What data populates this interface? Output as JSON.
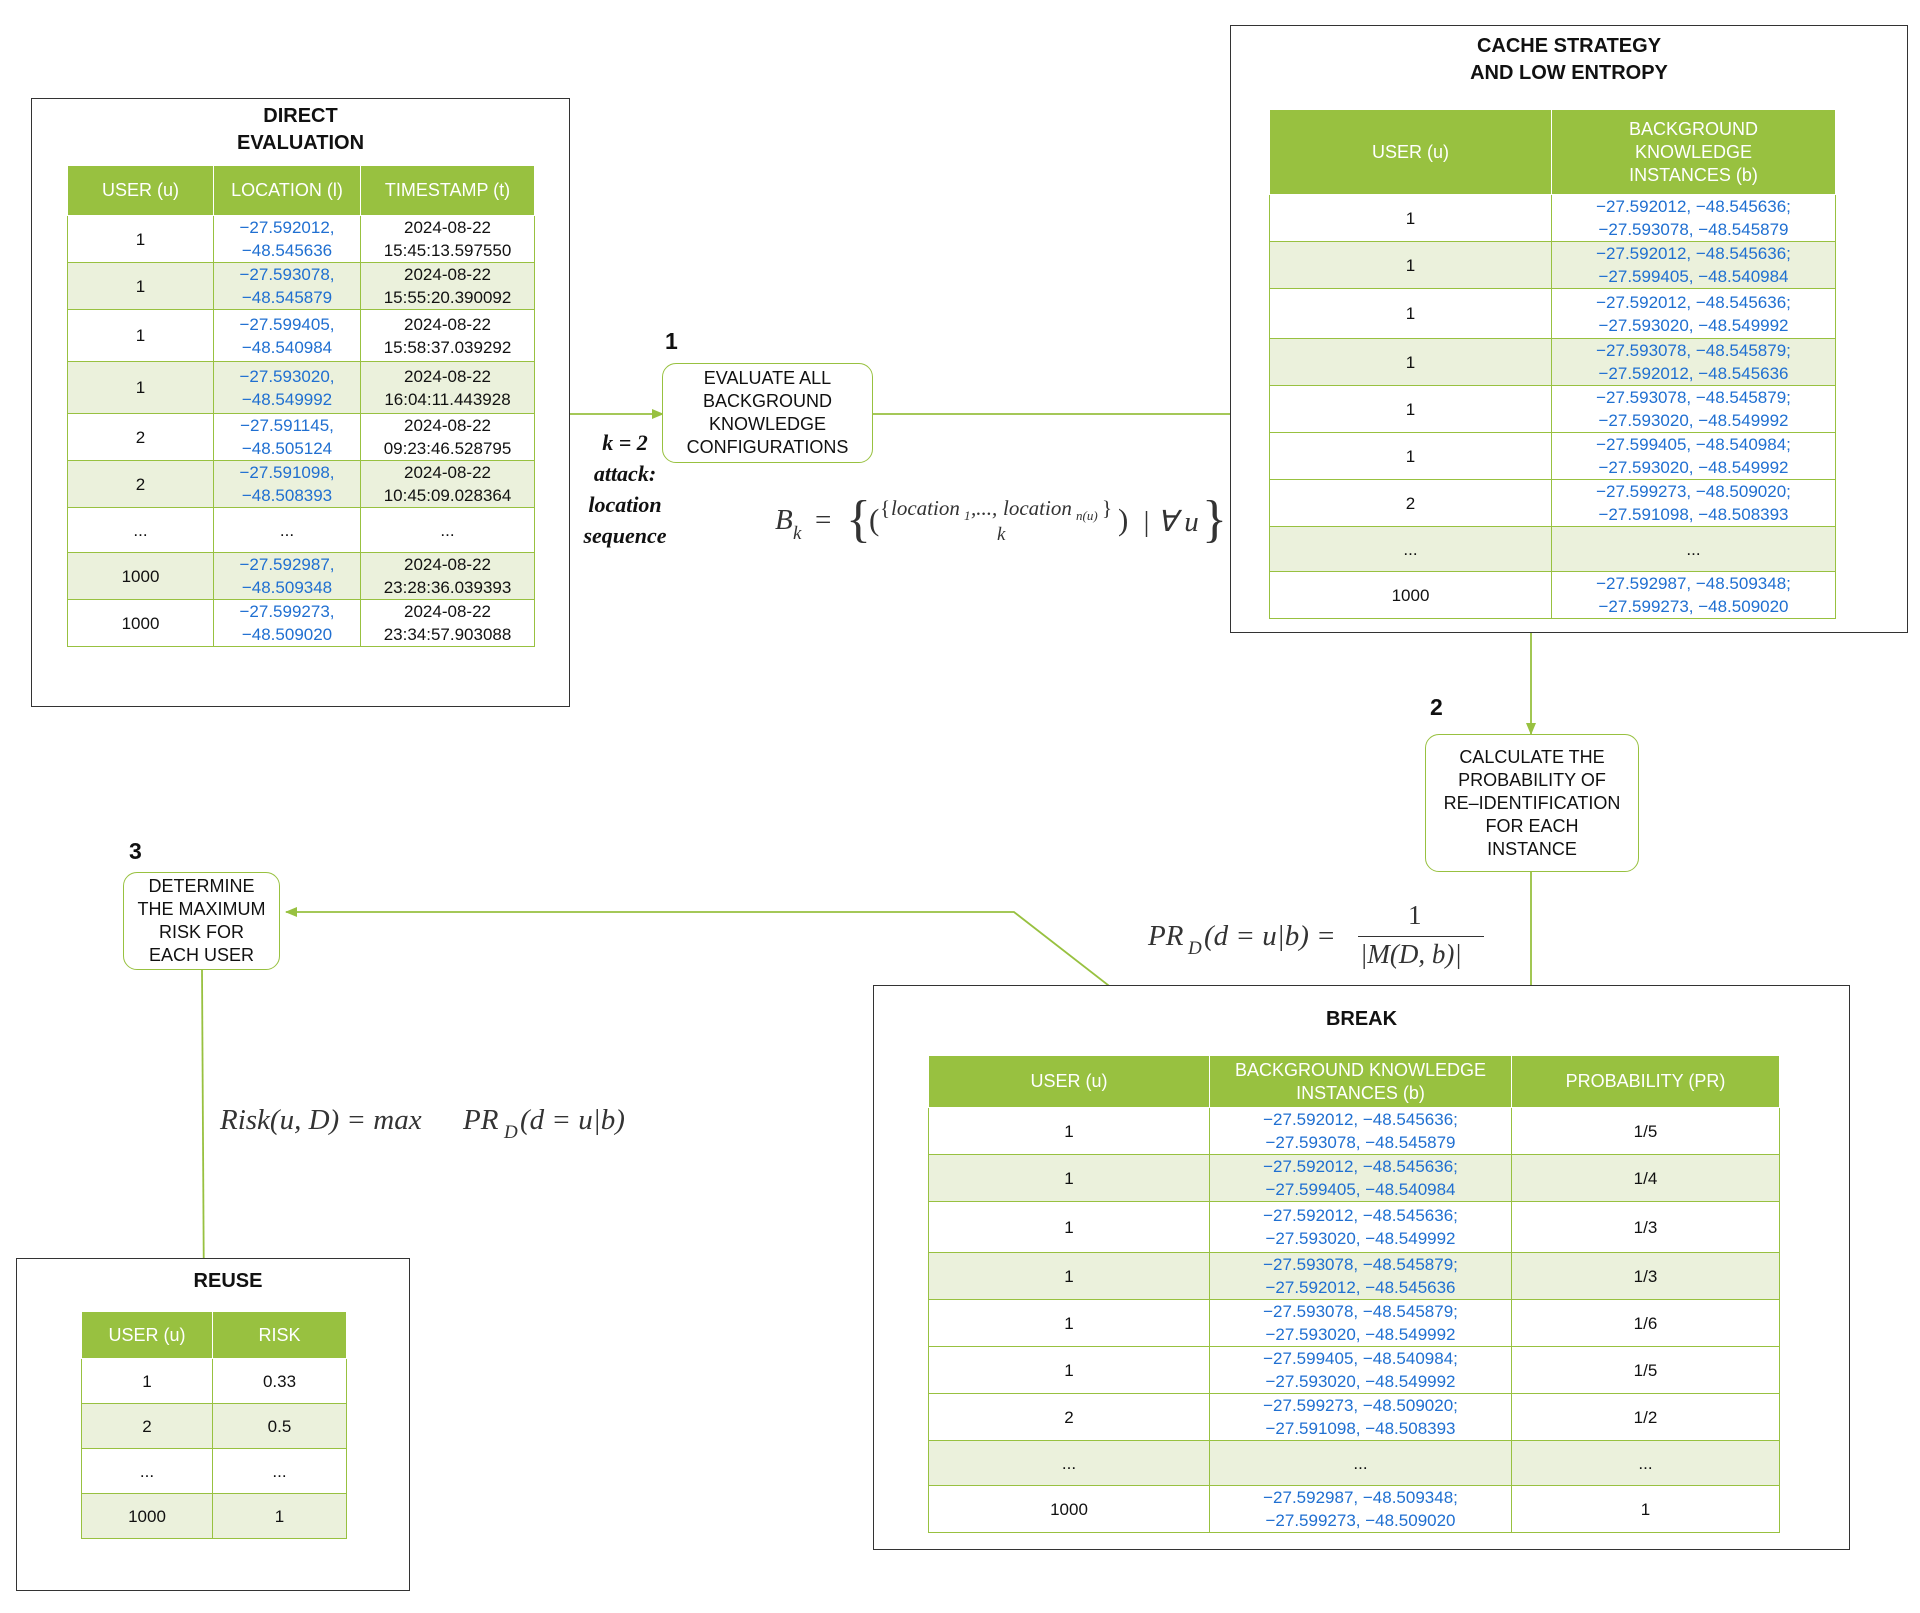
{
  "colors": {
    "accent_green": "#98c140",
    "row_alt": "#ebf1dc",
    "coord_blue": "#1f6fd1"
  },
  "direct": {
    "title": "DIRECT\nEVALUATION",
    "headers": [
      "USER (u)",
      "LOCATION (l)",
      "TIMESTAMP (t)"
    ],
    "rows": [
      [
        "1",
        "−27.592012,\n−48.545636",
        "2024-08-22\n15:45:13.597550"
      ],
      [
        "1",
        "−27.593078,\n−48.545879",
        "2024-08-22\n15:55:20.390092"
      ],
      [
        "1",
        "−27.599405,\n−48.540984",
        "2024-08-22\n15:58:37.039292"
      ],
      [
        "1",
        "−27.593020,\n−48.549992",
        "2024-08-22\n16:04:11.443928"
      ],
      [
        "2",
        "−27.591145,\n−48.505124",
        "2024-08-22\n09:23:46.528795"
      ],
      [
        "2",
        "−27.591098,\n−48.508393",
        "2024-08-22\n10:45:09.028364"
      ],
      [
        "...",
        "...",
        "..."
      ],
      [
        "1000",
        "−27.592987,\n−48.509348",
        "2024-08-22\n23:28:36.039393"
      ],
      [
        "1000",
        "−27.599273,\n−48.509020",
        "2024-08-22\n23:34:57.903088"
      ]
    ]
  },
  "cache": {
    "title": "CACHE STRATEGY\nAND LOW ENTROPY",
    "headers": [
      "USER (u)",
      "BACKGROUND\nKNOWLEDGE\nINSTANCES (b)"
    ],
    "rows": [
      [
        "1",
        "−27.592012,  −48.545636;\n−27.593078, −48.545879"
      ],
      [
        "1",
        "−27.592012,  −48.545636;\n−27.599405, −48.540984"
      ],
      [
        "1",
        "−27.592012,  −48.545636;\n−27.593020, −48.549992"
      ],
      [
        "1",
        "−27.593078, −48.545879;\n−27.592012, −48.545636"
      ],
      [
        "1",
        "−27.593078, −48.545879;\n−27.593020, −48.549992"
      ],
      [
        "1",
        "−27.599405, −48.540984;\n−27.593020, −48.549992"
      ],
      [
        "2",
        "−27.599273, −48.509020;\n−27.591098, −48.508393"
      ],
      [
        "...",
        "..."
      ],
      [
        "1000",
        "−27.592987, −48.509348;\n−27.599273, −48.509020"
      ]
    ]
  },
  "breakp": {
    "title": "BREAK",
    "headers": [
      "USER (u)",
      "BACKGROUND KNOWLEDGE\nINSTANCES (b)",
      "PROBABILITY (PR)"
    ],
    "rows": [
      [
        "1",
        "−27.592012,  −48.545636;\n−27.593078, −48.545879",
        "1/5"
      ],
      [
        "1",
        "−27.592012,  −48.545636;\n−27.599405, −48.540984",
        "1/4"
      ],
      [
        "1",
        "−27.592012,  −48.545636;\n−27.593020, −48.549992",
        "1/3"
      ],
      [
        "1",
        "−27.593078, −48.545879;\n−27.592012, −48.545636",
        "1/3"
      ],
      [
        "1",
        "−27.593078, −48.545879;\n−27.593020, −48.549992",
        "1/6"
      ],
      [
        "1",
        "−27.599405, −48.540984;\n−27.593020, −48.549992",
        "1/5"
      ],
      [
        "2",
        "−27.599273, −48.509020;\n−27.591098, −48.508393",
        "1/2"
      ],
      [
        "...",
        "...",
        "..."
      ],
      [
        "1000",
        "−27.592987, −48.509348;\n−27.599273, −48.509020",
        "1"
      ]
    ]
  },
  "reuse": {
    "title": "REUSE",
    "headers": [
      "USER (u)",
      "RISK"
    ],
    "rows": [
      [
        "1",
        "0.33"
      ],
      [
        "2",
        "0.5"
      ],
      [
        "...",
        "..."
      ],
      [
        "1000",
        "1"
      ]
    ]
  },
  "steps": {
    "s1": {
      "number": "1",
      "label": "EVALUATE ALL\nBACKGROUND\nKNOWLEDGE\nCONFIGURATIONS"
    },
    "s2": {
      "number": "2",
      "label": "CALCULATE THE\nPROBABILITY OF\nRE–IDENTIFICATION\nFOR EACH\nINSTANCE"
    },
    "s3": {
      "number": "3",
      "label": "DETERMINE\nTHE MAXIMUM\nRISK FOR\nEACH USER"
    }
  },
  "attack_label": "k = 2\nattack:\nlocation\nsequence",
  "formulas": {
    "bk": {
      "lhs": "B",
      "lhs_sub": "k",
      "eq": "=",
      "set_open": "{",
      "paren_open": "(",
      "brace_open": "{",
      "loc1": "location",
      "loc1_sub": "1",
      "sep": ",...,",
      "locn": "location",
      "locn_sub": "n(u)",
      "brace_close": "}",
      "binom_k": "k",
      "paren_close": ")",
      "cond": "| ∀ u",
      "set_close": "}"
    },
    "pr": {
      "lhs": "PR",
      "lhs_sub": "D",
      "arg": "(d = u|b) =",
      "num": "1",
      "den": "|M(D, b)|"
    },
    "risk": {
      "lhs": "Risk(u, D) = max",
      "pr": "PR",
      "pr_sub": "D",
      "arg": "(d = u|b)"
    }
  }
}
